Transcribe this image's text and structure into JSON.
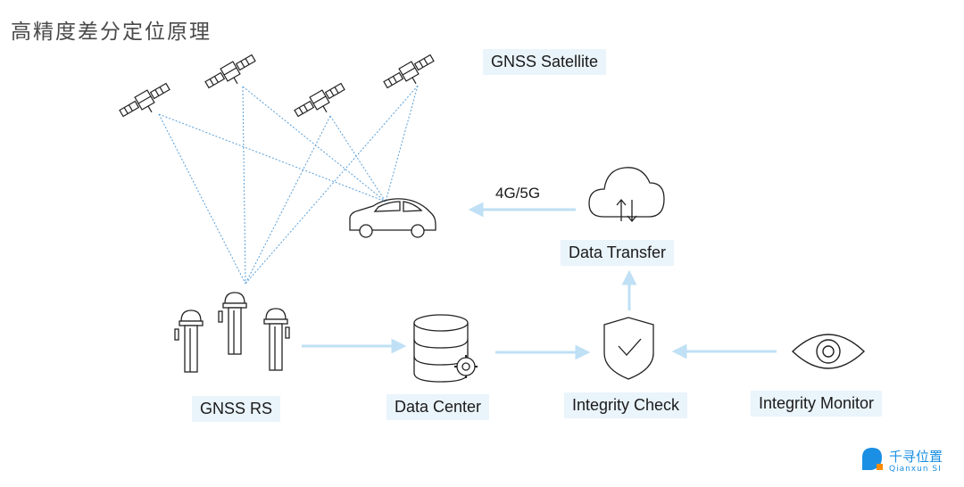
{
  "title": "高精度差分定位原理",
  "labels": {
    "satellite": "GNSS Satellite",
    "network": "4G/5G",
    "data_transfer": "Data Transfer",
    "gnss_rs": "GNSS RS",
    "data_center": "Data Center",
    "integrity_check": "Integrity Check",
    "integrity_monitor": "Integrity Monitor"
  },
  "logo": {
    "cn": "千寻位置",
    "en": "Qianxun SI"
  },
  "colors": {
    "accent_line": "#bfe0f5",
    "dotted_link": "#5b9fd6",
    "icon_stroke": "#222222",
    "logo_blue": "#1a8fe3",
    "logo_orange": "#ff8a00"
  }
}
